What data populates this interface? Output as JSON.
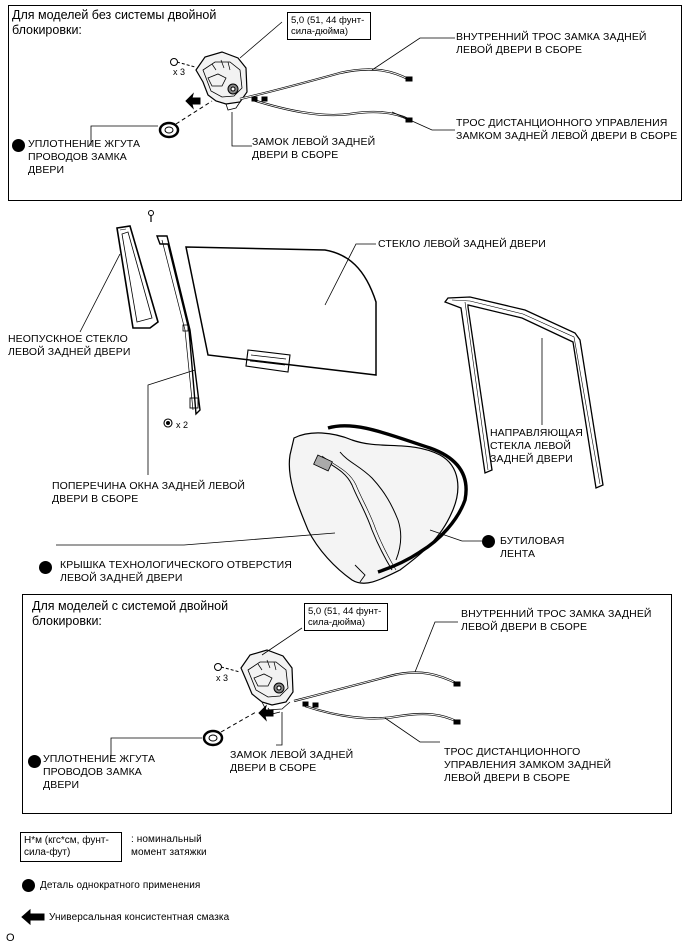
{
  "top_section": {
    "heading": "Для моделей без системы двойной\nблокировки:",
    "torque": "5,0 (51, 44 фунт-\nсила-дюйма)",
    "qty": "x 3",
    "inner_cable": "ВНУТРЕННИЙ ТРОС ЗАМКА ЗАДНЕЙ\nЛЕВОЙ ДВЕРИ В СБОРЕ",
    "remote_cable": "ТРОС ДИСТАНЦИОННОГО УПРАВЛЕНИЯ\nЗАМКОМ ЗАДНЕЙ ЛЕВОЙ ДВЕРИ В СБОРЕ",
    "seal": "УПЛОТНЕНИЕ ЖГУТА\nПРОВОДОВ ЗАМКА\nДВЕРИ",
    "lock": "ЗАМОК ЛЕВОЙ ЗАДНЕЙ\nДВЕРИ В СБОРЕ"
  },
  "middle": {
    "glass": "СТЕКЛО ЛЕВОЙ ЗАДНЕЙ ДВЕРИ",
    "fixed_glass": "НЕОПУСКНОЕ СТЕКЛО\nЛЕВОЙ ЗАДНЕЙ ДВЕРИ",
    "sash": "ПОПЕРЕЧИНА ОКНА ЗАДНЕЙ ЛЕВОЙ\nДВЕРИ В СБОРЕ",
    "qty": "x 2",
    "run": "НАПРАВЛЯЮЩАЯ\nСТЕКЛА ЛЕВОЙ\nЗАДНЕЙ ДВЕРИ",
    "butyl": "БУТИЛОВАЯ\nЛЕНТА",
    "service_cover": "КРЫШКА ТЕХНОЛОГИЧЕСКОГО ОТВЕРСТИЯ\nЛЕВОЙ ЗАДНЕЙ ДВЕРИ"
  },
  "bottom_section": {
    "heading": "Для моделей с системой двойной\nблокировки:",
    "torque": "5,0 (51, 44 фунт-\nсила-дюйма)",
    "qty": "x 3",
    "inner_cable": "ВНУТРЕННИЙ ТРОС ЗАМКА ЗАДНЕЙ\nЛЕВОЙ ДВЕРИ В СБОРЕ",
    "remote_cable": "ТРОС ДИСТАНЦИОННОГО\nУПРАВЛЕНИЯ ЗАМКОМ ЗАДНЕЙ\nЛЕВОЙ ДВЕРИ В СБОРЕ",
    "seal": "УПЛОТНЕНИЕ ЖГУТА\nПРОВОДОВ ЗАМКА\nДВЕРИ",
    "lock": "ЗАМОК ЛЕВОЙ ЗАДНЕЙ\nДВЕРИ В СБОРЕ"
  },
  "legend": {
    "torque_unit": "Н*м (кгс*см, фунт-\nсила-фут)",
    "torque_desc": ": номинальный\nмомент затяжки",
    "single_use": "Деталь однократного применения",
    "grease": "Универсальная консистентная смазка"
  },
  "figure_id": "O",
  "icons": {
    "single_use": "filled-circle",
    "grease": "arrow-left",
    "bolt": "bolt"
  },
  "colors": {
    "line": "#000000",
    "background": "#ffffff"
  }
}
